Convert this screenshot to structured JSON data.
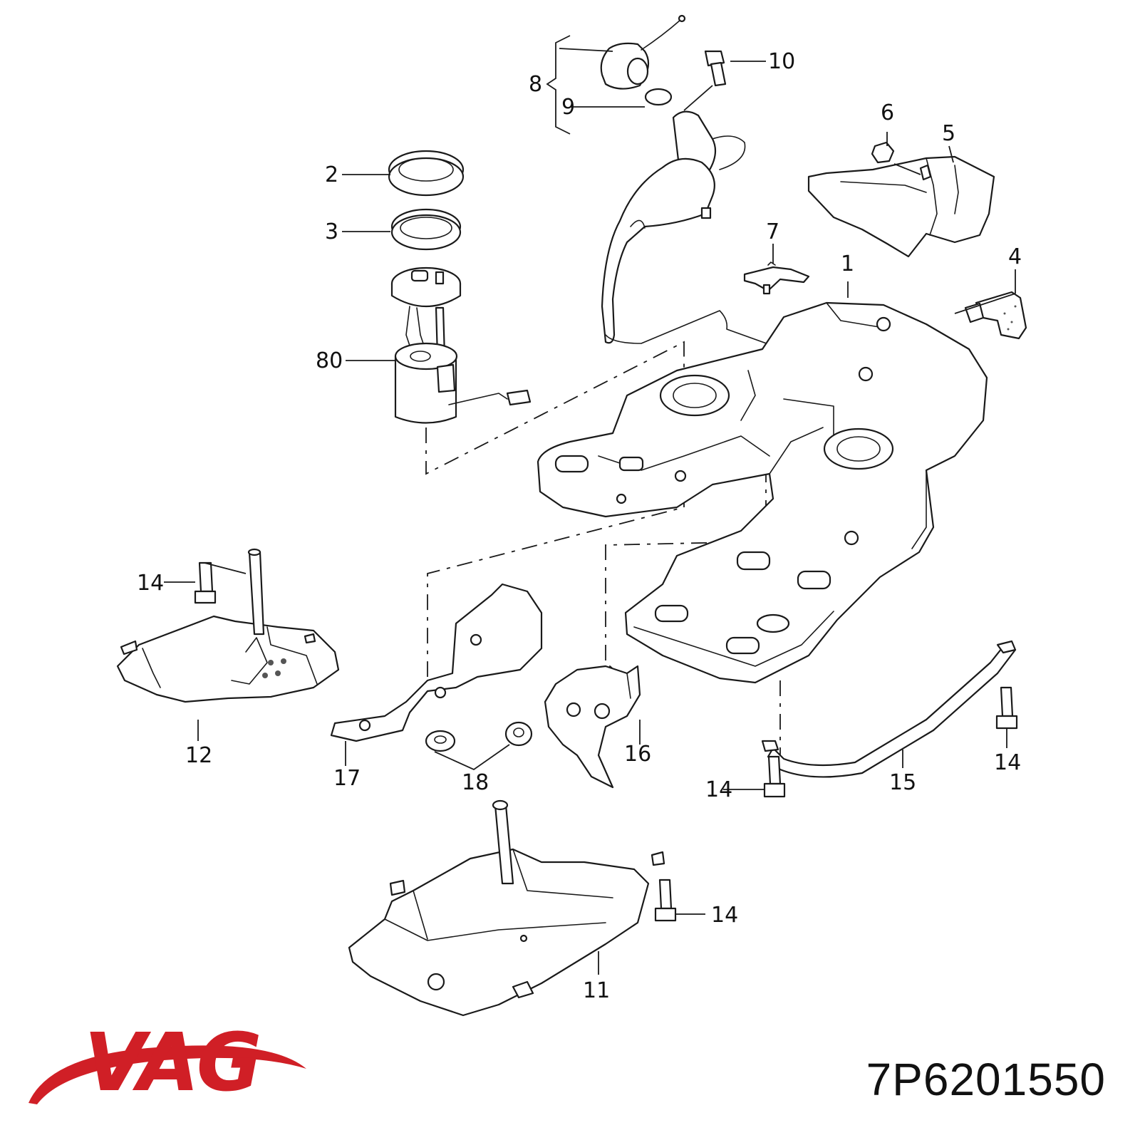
{
  "brand": {
    "logo_text": "VAG",
    "logo_color": "#d01f26"
  },
  "part_number": "7P6201550",
  "callouts": {
    "c1": "1",
    "c2": "2",
    "c3": "3",
    "c4": "4",
    "c5": "5",
    "c6": "6",
    "c7": "7",
    "c8": "8",
    "c9": "9",
    "c10": "10",
    "c11": "11",
    "c12": "12",
    "c14a": "14",
    "c14b": "14",
    "c14c": "14",
    "c14d": "14",
    "c15": "15",
    "c16": "16",
    "c17": "17",
    "c18": "18",
    "c80": "80"
  }
}
